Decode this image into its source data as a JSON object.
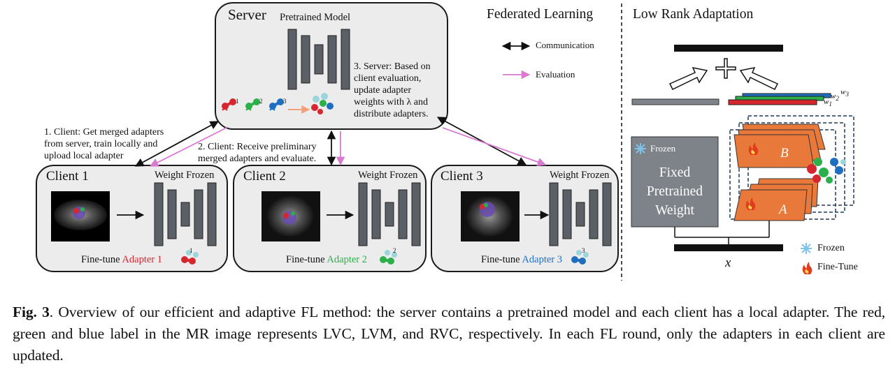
{
  "colors": {
    "red": "#d6262e",
    "green": "#2bb04a",
    "blue": "#1f6fc0",
    "pink": "#d77ad0",
    "orange": "#e8793a",
    "panel_gray": "#ececec",
    "layer_gray": "#5b5f66"
  },
  "server": {
    "title": "Server",
    "model_label": "Pretrained Model",
    "note_lines": [
      "3. Server: Based on",
      "client evaluation,",
      "update adapter",
      "weights with λ and",
      "distribute adapters."
    ],
    "adapter_numbers": [
      "1",
      "2",
      "3"
    ]
  },
  "legend": {
    "title": "Federated Learning",
    "communication": "Communication",
    "evaluation": "Evaluation"
  },
  "steps": {
    "step1_lines": [
      "1. Client: Get merged adapters",
      "from server, train locally and",
      "upload local adapter"
    ],
    "step2_lines": [
      "2. Client: Receive preliminary",
      "merged adapters and evaluate."
    ]
  },
  "clients": [
    {
      "title": "Client 1",
      "weight_label": "Weight Frozen",
      "finetune": "Fine-tune",
      "adapter": "Adapter 1",
      "adapter_color": "#d6262e",
      "badge": "1"
    },
    {
      "title": "Client 2",
      "weight_label": "Weight Frozen",
      "finetune": "Fine-tune",
      "adapter": "Adapter 2",
      "adapter_color": "#2bb04a",
      "badge": "2"
    },
    {
      "title": "Client 3",
      "weight_label": "Weight Frozen",
      "finetune": "Fine-tune",
      "adapter": "Adapter 3",
      "adapter_color": "#1f6fc0",
      "badge": "3"
    }
  ],
  "lora": {
    "title": "Low Rank Adaptation",
    "plus": "+",
    "w1": "w1",
    "w2": "w2",
    "w3": "w3",
    "frozen_tag": "Frozen",
    "fixed_lines": [
      "Fixed",
      "Pretrained",
      "Weight"
    ],
    "matrix_b": "B",
    "matrix_a": "A",
    "input": "x",
    "legend_frozen": "Frozen",
    "legend_finetune": "Fine-Tune"
  },
  "caption": {
    "label": "Fig. 3",
    "text": ". Overview of our efficient and adaptive FL method: the server contains a pretrained model and each client has a local adapter. The red, green and blue label in the MR image represents LVC, LVM, and RVC, respectively. In each FL round, only the adapters in each client are updated."
  }
}
